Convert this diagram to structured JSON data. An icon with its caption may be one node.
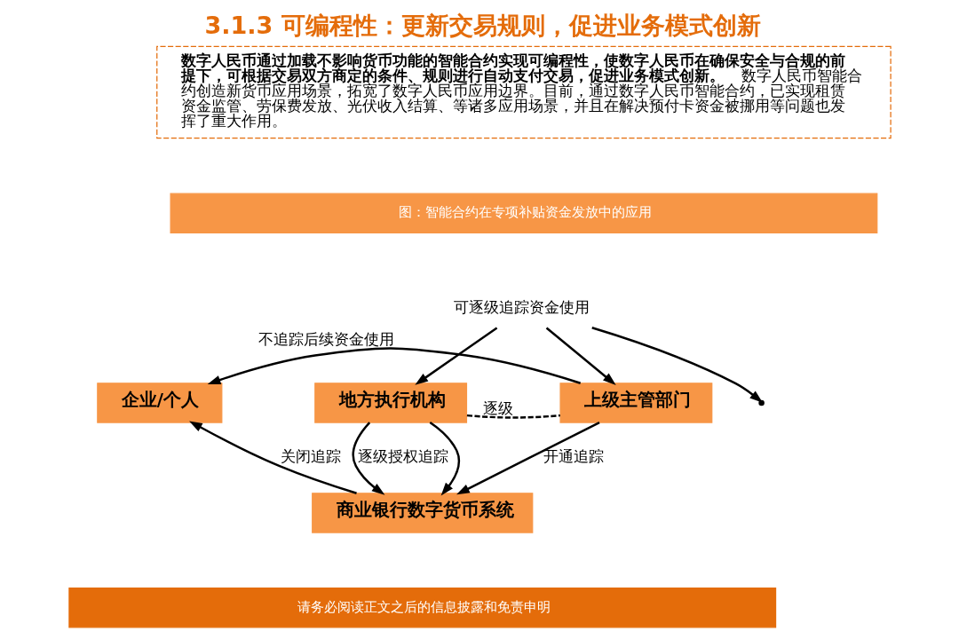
{
  "diagram": {
    "title": "3.1.3 可编程性：更新交易规则，促进业务模式创新",
    "nodes": [
      {
        "text": [
          "企业/个人"
        ]
      },
      {
        "text": [
          "地方执行机构"
        ]
      },
      {
        "text": [
          "上级主管部门"
        ]
      },
      {
        "text": [
          "商业银行数字货币系统"
        ]
      },
      {
        "text": [
          "可逐级追踪资金使用"
        ]
      }
    ],
    "edges": [
      {
        "from": 2,
        "to": 0,
        "arrow": "to",
        "label": "不追踪后续资金使用"
      },
      {
        "from": 4,
        "to": 1,
        "arrow": "to"
      },
      {
        "from": 4,
        "to": 2,
        "arrow": "to"
      },
      {
        "from": 4,
        "to": null,
        "arrow": "to"
      },
      {
        "from": 1,
        "to": 2,
        "arrow": "none",
        "style": "dashed",
        "label": "逐级"
      },
      {
        "from": 1,
        "to": 3,
        "arrow": "to",
        "label": "逐级授权追踪"
      },
      {
        "from": 1,
        "to": 3,
        "arrow": "to"
      },
      {
        "from": 2,
        "to": 3,
        "arrow": "to",
        "label": "开通追踪"
      },
      {
        "from": 3,
        "to": 0,
        "arrow": "to",
        "label": "关闭追踪"
      }
    ],
    "labels": [
      "**数字人民币通过加载不影响货币功能的智能合约实现可编程性，使数字人民币在确保安全与合规的前提下，可根据交易双方商定的条件、规则进行自动支付交易，促进业务模式创新。**数字人民币智能合约创造新货币应用场景，拓宽了数字人民币应用边界。目前，通过数字人民币智能合约，已实现租赁资金监管、劳保费发放、光伏收入结算、等诸多应用场景，并且在解决预付卡资金被挪用等问题也发挥了重大作用。",
      "图：智能合约在专项补贴资金发放中的应用",
      "请务必阅读正文之后的信息披露和免责申明"
    ]
  }
}
